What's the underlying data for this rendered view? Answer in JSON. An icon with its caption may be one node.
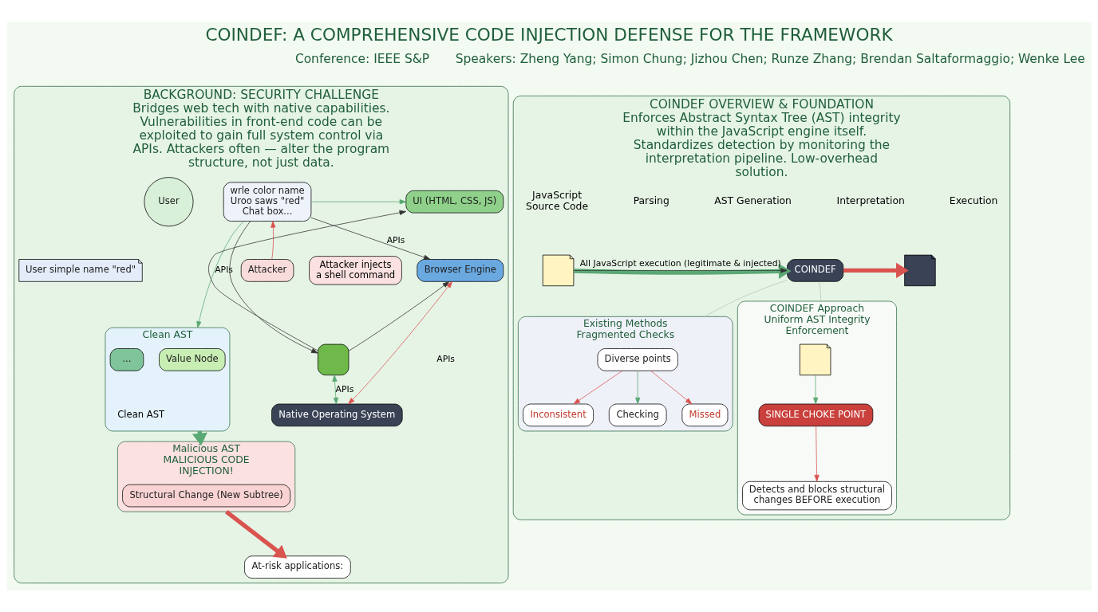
{
  "diagram": {
    "title": "COINDEF: A COMPREHENSIVE CODE INJECTION DEFENSE FOR THE FRAMEWORK",
    "nodes": [
      {
        "text": [
          "BACKGROUND: SECURITY CHALLENGE",
          "Bridges web tech with native capabilities. Vulnerabilities in front-end code can be exploited to gain full system control via APIs. Attackers often — alter the program structure, not just data."
        ]
      },
      {
        "text": [
          "User"
        ],
        "in": 0
      },
      {
        "text": [
          "wrle color name",
          "Uroo saws \"red\"",
          "Chat box..."
        ],
        "in": 0
      },
      {
        "text": [
          "User simple name \"red\""
        ],
        "in": 0
      },
      {
        "text": [
          "Attacker"
        ],
        "beside": [
          "Attacker injects a shell command"
        ],
        "in": 0
      },
      {
        "text": [
          "UI (HTML, CSS, JS)"
        ],
        "in": 0
      },
      {
        "text": [
          "Browser Engine"
        ],
        "in": 0
      },
      {
        "text": [],
        "shape": "box",
        "in": 0
      },
      {
        "text": [
          "Native Operating System"
        ],
        "in": 0
      },
      {
        "text": [
          "Clean AST"
        ],
        "beside": [
          "Clean AST"
        ],
        "in": 0
      },
      {
        "text": [
          "Value Node"
        ],
        "in": 9
      },
      {
        "text": [
          "..."
        ],
        "in": 9
      },
      {
        "text": [
          "Malicious AST",
          "MALICIOUS CODE INJECTION!"
        ],
        "in": 0
      },
      {
        "text": [
          "Structural Change (New Subtree)"
        ],
        "in": 12
      },
      {
        "text": [
          "At-risk applications:"
        ],
        "in": 0
      },
      {
        "text": [
          "COINDEF OVERVIEW & FOUNDATION",
          "Enforces Abstract Syntax Tree (AST) integrity within the JavaScript engine itself. Standardizes detection by monitoring the interpretation pipeline. Low-overhead solution."
        ]
      },
      {
        "text": [],
        "shape": "picture",
        "in": 15
      },
      {
        "text": [
          "COINDEF"
        ],
        "in": 15
      },
      {
        "text": [],
        "shape": "picture",
        "in": 15
      },
      {
        "text": [
          "Existing Methods",
          "Fragmented Checks"
        ],
        "in": 15
      },
      {
        "text": [
          "Diverse points"
        ],
        "in": 19
      },
      {
        "text": [
          "Inconsistent"
        ],
        "in": 19
      },
      {
        "text": [
          "Checking"
        ],
        "in": 19
      },
      {
        "text": [
          "Missed"
        ],
        "in": 19
      },
      {
        "text": [
          "COINDEF Approach",
          "Uniform AST Integrity Enforcement"
        ],
        "in": 15
      },
      {
        "text": [],
        "shape": "picture",
        "in": 24
      },
      {
        "text": [
          "SINGLE CHOKE POINT"
        ],
        "in": 24
      },
      {
        "text": [
          "Detects and blocks structural changes BEFORE execution"
        ],
        "in": 24
      }
    ],
    "edges": [
      {
        "from": 2,
        "to": 5,
        "arrow": "to",
        "color": "#5aa874"
      },
      {
        "from": 2,
        "to": 6,
        "arrow": "to",
        "label": "APIs",
        "color": "#333333"
      },
      {
        "from": 2,
        "to": 7,
        "arrow": "to",
        "color": "#333333"
      },
      {
        "from": 7,
        "to": 5,
        "arrow": "to",
        "label": "APIs",
        "color": "#333333"
      },
      {
        "from": 7,
        "to": 6,
        "arrow": "to",
        "color": "#333333"
      },
      {
        "from": 7,
        "to": 8,
        "arrow": "both",
        "label": "APIs",
        "color": "#5aa874"
      },
      {
        "from": 6,
        "to": 8,
        "arrow": "both",
        "label": "APIs",
        "color": "#d9534f"
      },
      {
        "from": 2,
        "to": 9,
        "arrow": "to",
        "color": "#5aa874"
      },
      {
        "from": 4,
        "to": 2,
        "arrow": "to",
        "color": "#d9534f"
      },
      {
        "from": 9,
        "to": 12,
        "arrow": "to",
        "style": "thick",
        "color": "#5aa874"
      },
      {
        "from": 12,
        "to": 14,
        "arrow": "to",
        "style": "thick",
        "color": "#d9534f"
      },
      {
        "from": 16,
        "to": 17,
        "arrow": "to",
        "style": "thick",
        "color": "#5aa874"
      },
      {
        "from": 16,
        "to": 17,
        "arrow": "to",
        "label": "All JavaScript execution (legitimate & injected)",
        "color": "#333333"
      },
      {
        "from": 17,
        "to": 18,
        "arrow": "to",
        "style": "thick",
        "color": "#d9534f"
      },
      {
        "from": 17,
        "to": 19,
        "arrow": "none",
        "color": "#b8c4b8"
      },
      {
        "from": 17,
        "to": 24,
        "arrow": "none",
        "color": "#b8c4b8"
      },
      {
        "from": 20,
        "to": 21,
        "arrow": "to",
        "color": "#d9534f"
      },
      {
        "from": 20,
        "to": 22,
        "arrow": "to",
        "color": "#5aa874"
      },
      {
        "from": 20,
        "to": 23,
        "arrow": "to",
        "color": "#d9534f"
      },
      {
        "from": 25,
        "to": 26,
        "arrow": "to",
        "color": "#5aa874"
      },
      {
        "from": 26,
        "to": 27,
        "arrow": "to",
        "color": "#d9534f"
      }
    ],
    "labels": [
      "Speakers: Zheng Yang; Simon Chung; Jizhou Chen; Runze Zhang; Brendan Saltaformaggio; Wenke Lee",
      "Conference: IEEE S&P",
      "JavaScript Source Code",
      "Parsing",
      "AST Generation",
      "Interpretation",
      "Execution"
    ]
  }
}
